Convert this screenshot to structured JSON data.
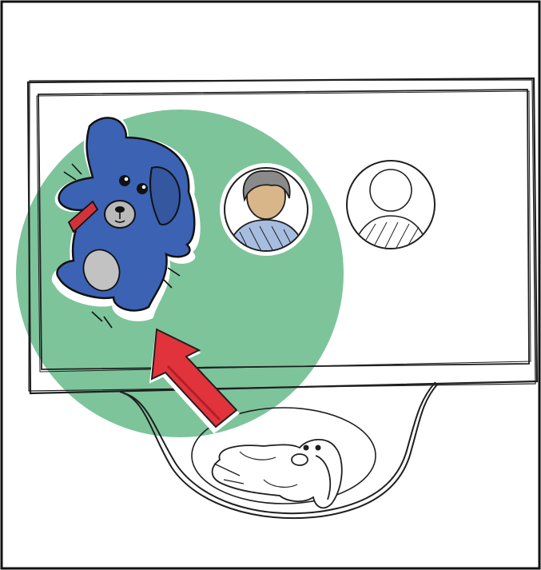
{
  "illustration": {
    "icons": [
      "outer-border",
      "tablet-device-outline",
      "tablet-screen",
      "tablet-stand",
      "green-highlight-circle",
      "blue-plush-dog-icon",
      "user-avatar-filled-icon",
      "user-avatar-empty-icon",
      "red-arrow-icon",
      "white-plush-dog-icon"
    ],
    "colors": {
      "green": "#7dc49b",
      "blue": "#3b62b3",
      "red": "#e1333c",
      "skin": "#d9b68a",
      "hair": "#8a8a8a",
      "shirt": "#a7bde0",
      "outline": "#1f1f1f"
    }
  }
}
